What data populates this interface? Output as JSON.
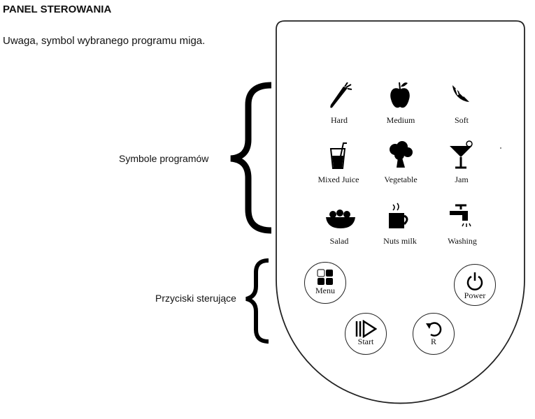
{
  "title": "PANEL STEROWANIA",
  "note": "Uwaga, symbol wybranego programu miga.",
  "callouts": {
    "programs": "Symbole programów",
    "buttons": "Przyciski sterujące"
  },
  "programs": [
    "Hard",
    "Medium",
    "Soft",
    "Mixed Juice",
    "Vegetable",
    "Jam",
    "Salad",
    "Nuts milk",
    "Washing"
  ],
  "buttons": {
    "menu": "Menu",
    "power": "Power",
    "start": "Start",
    "reset": "R"
  }
}
